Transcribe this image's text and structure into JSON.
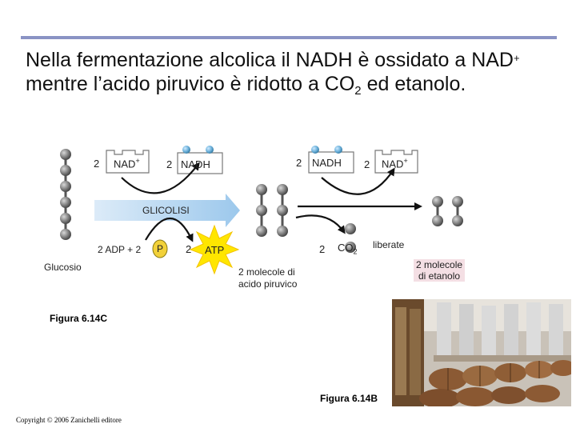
{
  "slide": {
    "title_part1": "Nella fermentazione alcolica il NADH è ossidato a NAD",
    "title_sup": "+",
    "title_part2": "mentre l’acido piruvico è ridotto a CO",
    "title_sub": "2",
    "title_part3": " ed etanolo."
  },
  "diagram": {
    "nad_left_count": "2",
    "nad_left_label": "NAD",
    "nad_left_sup": "+",
    "nadh_left_count": "2",
    "nadh_left_label": "NADH",
    "nadh_right_count": "2",
    "nadh_right_label": "NADH",
    "nad_right_count": "2",
    "nad_right_label": "NAD",
    "nad_right_sup": "+",
    "glicolisi_label": "GLICOLISI",
    "adp_label": "2 ADP + 2",
    "phosphate_label": "P",
    "atp_count": "2",
    "atp_label": "ATP",
    "glucosio_label": "Glucosio",
    "piruvico_line1": "2 molecole di",
    "piruvico_line2": "acido piruvico",
    "co2_count": "2",
    "co2_label": "CO",
    "co2_sub": "2",
    "liberate_label": "liberate",
    "etanolo_line1": "2 molecole",
    "etanolo_line2": "di etanolo"
  },
  "figures": {
    "fig_c": "Figura 6.14C",
    "fig_b": "Figura 6.14B"
  },
  "footer": {
    "copyright": "Copyright © 2006 Zanichelli editore"
  },
  "colors": {
    "rule": "#8a93c4",
    "glicolisi_arrow": "#a9d0ee",
    "atp_burst": "#ffe600",
    "phosphate": "#f2d13a",
    "molecule_grey": "#7a7a7a",
    "nadh_dot": "#6fb3dc"
  }
}
